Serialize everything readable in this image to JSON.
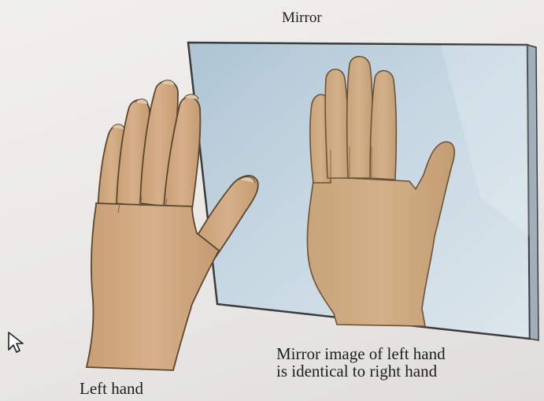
{
  "labels": {
    "mirror": "Mirror",
    "left_hand": "Left hand",
    "mirror_caption_line1": "Mirror image of left hand",
    "mirror_caption_line2": "is identical to right hand"
  },
  "colors": {
    "mirror_glass": "#b9cddb",
    "mirror_frame": "#3c3c3c",
    "skin": "#d2ad84",
    "skin_reflection": "#cba77c",
    "outline": "#5b4632"
  },
  "icons": {
    "cursor": "mouse-pointer-icon"
  }
}
